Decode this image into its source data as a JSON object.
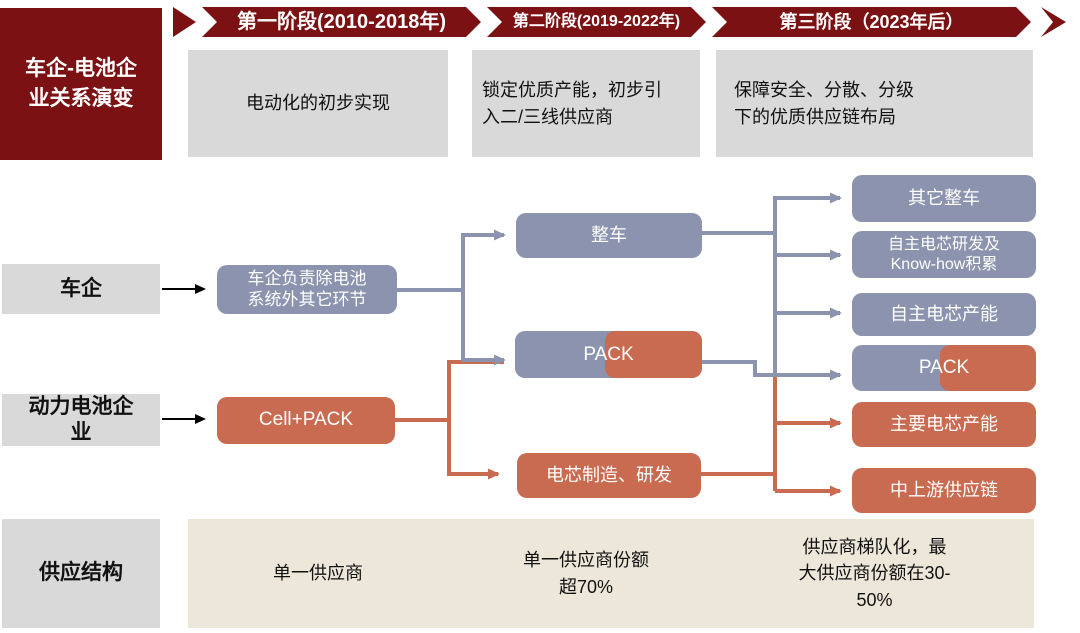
{
  "colors": {
    "dark_red": "#7B1113",
    "blue_gray": "#8C93AE",
    "orange": "#C96B50",
    "light_gray": "#D9D9D9",
    "beige": "#EDE7DA"
  },
  "header": {
    "title": "车企-电池企\n业关系演变",
    "phases": [
      {
        "label": "第一阶段(2010-2018年)",
        "description": "电动化的初步实现"
      },
      {
        "label": "第二阶段(2019-2022年)",
        "description": "锁定优质产能，初步引\n入二/三线供应商"
      },
      {
        "label": "第三阶段（2023年后）",
        "description": "保障安全、分散、分级\n下的优质供应链布局"
      }
    ]
  },
  "rows": {
    "carmaker_label": "车企",
    "battery_label": "动力电池企\n业",
    "supply_label": "供应结构"
  },
  "flow": {
    "phase1": {
      "carmaker_box": "车企负责除电池\n系统外其它环节",
      "battery_box": "Cell+PACK"
    },
    "phase2": {
      "vehicle": "整车",
      "pack": "PACK",
      "cell": "电芯制造、研发"
    },
    "phase3": {
      "other_vehicle": "其它整车",
      "cell_rnd": "自主电芯研发及\nKnow-how积累",
      "own_cell_capacity": "自主电芯产能",
      "pack": "PACK",
      "main_cell_capacity": "主要电芯产能",
      "midstream_chain": "中上游供应链"
    }
  },
  "supply": {
    "phase1": "单一供应商",
    "phase2": "单一供应商份额\n超70%",
    "phase3": "供应商梯队化，最\n大供应商份额在30-\n50%"
  }
}
